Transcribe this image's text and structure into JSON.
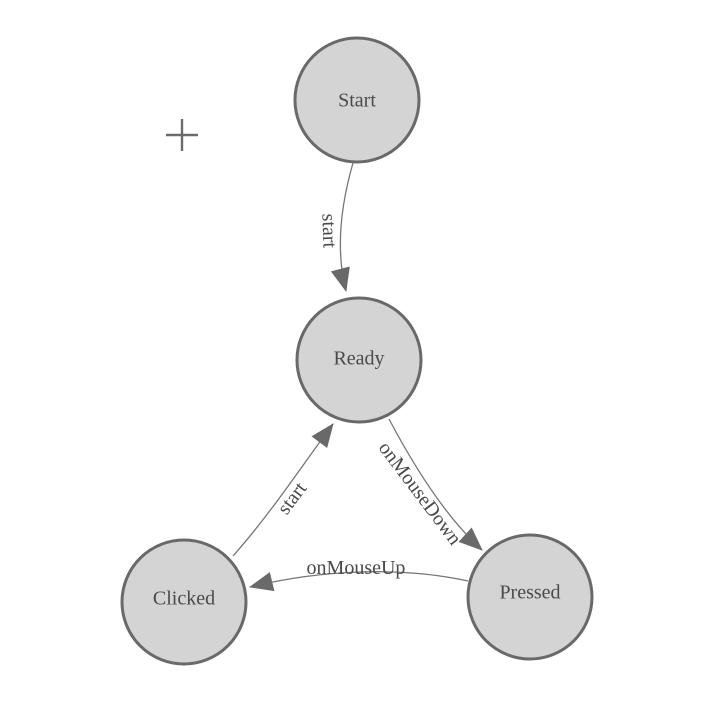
{
  "diagram": {
    "type": "state-machine",
    "nodes": [
      {
        "id": "start",
        "label": "Start"
      },
      {
        "id": "ready",
        "label": "Ready"
      },
      {
        "id": "clicked",
        "label": "Clicked"
      },
      {
        "id": "pressed",
        "label": "Pressed"
      }
    ],
    "edges": [
      {
        "from": "start",
        "to": "ready",
        "label": "start"
      },
      {
        "from": "ready",
        "to": "pressed",
        "label": "onMouseDown"
      },
      {
        "from": "pressed",
        "to": "clicked",
        "label": "onMouseUp"
      },
      {
        "from": "clicked",
        "to": "ready",
        "label": "start"
      }
    ]
  },
  "icons": {
    "crosshair": "plus-crosshair-icon"
  },
  "colors": {
    "node_fill": "#d4d4d4",
    "node_stroke": "#696969",
    "edge_stroke": "#757575",
    "arrow_fill": "#696969",
    "label_text": "#4a4a4a",
    "crosshair_color": "#6b6b6b",
    "background": "#ffffff"
  }
}
